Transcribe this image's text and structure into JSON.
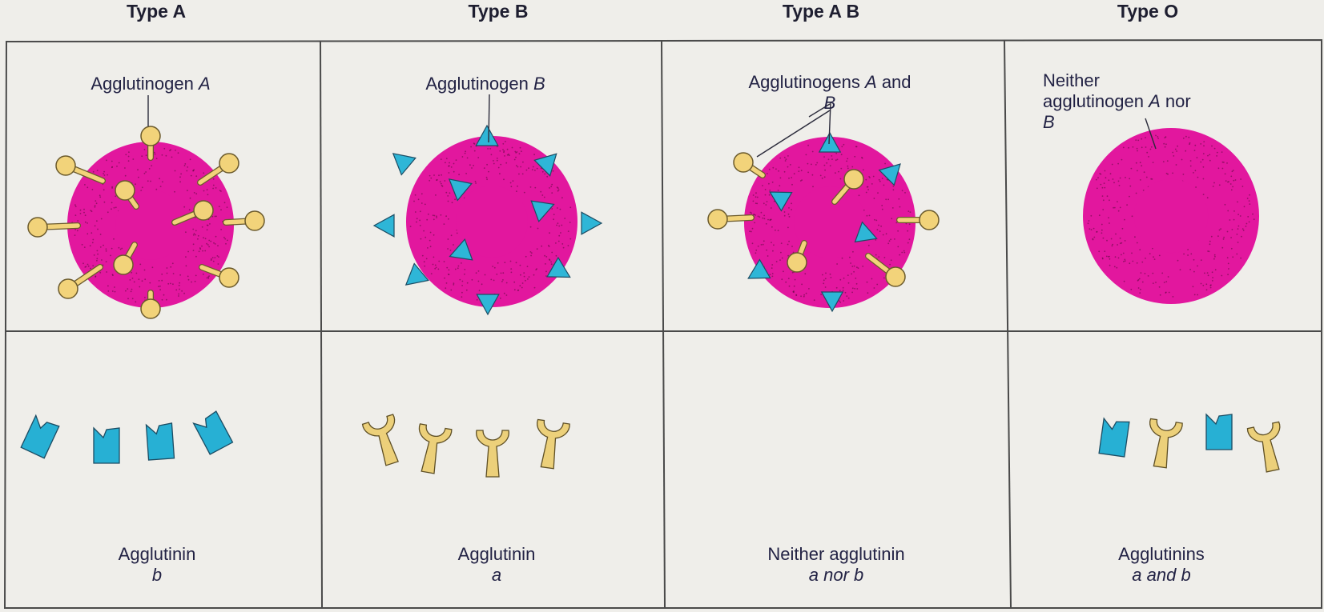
{
  "colors": {
    "background": "#efeeea",
    "cell_background": "#edecea",
    "border": "#4a4a4a",
    "cell_magenta": "#e2179e",
    "agglutinogen_a_yellow": "#f2d37a",
    "agglutinogen_b_blue": "#2eb6d7",
    "agglutinin_a_yellow": "#ecd07a",
    "agglutinin_b_blue": "#27b0d4"
  },
  "columns": [
    {
      "title": "Type A",
      "agglutinogen_label": {
        "lines": [
          [
            "Agglutinogen ",
            "A",
            ""
          ]
        ]
      },
      "agglutinogens": [
        "A"
      ],
      "agglutinin_label": {
        "line1": "Agglutinin",
        "line2": "b"
      },
      "agglutinins": [
        "b",
        "b",
        "b",
        "b"
      ]
    },
    {
      "title": "Type B",
      "agglutinogen_label": {
        "lines": [
          [
            "Agglutinogen ",
            "B",
            ""
          ]
        ]
      },
      "agglutinogens": [
        "B"
      ],
      "agglutinin_label": {
        "line1": "Agglutinin",
        "line2": "a"
      },
      "agglutinins": [
        "a",
        "a",
        "a",
        "a"
      ]
    },
    {
      "title": "Type A B",
      "agglutinogen_label": {
        "lines": [
          [
            "Agglutinogens ",
            "A",
            " and "
          ],
          [
            "",
            "B",
            ""
          ]
        ]
      },
      "agglutinogens": [
        "A",
        "B"
      ],
      "agglutinin_label": {
        "line1": "Neither agglutinin",
        "line2": "a nor b"
      },
      "agglutinins": []
    },
    {
      "title": "Type O",
      "agglutinogen_label": {
        "lines": [
          [
            "Neither",
            "",
            ""
          ],
          [
            "agglutinogen ",
            "A",
            " nor "
          ],
          [
            "",
            "B",
            ""
          ]
        ]
      },
      "agglutinogens": [],
      "agglutinin_label": {
        "line1": "Agglutinins",
        "line2": "a and b"
      },
      "agglutinins": [
        "b",
        "a",
        "b",
        "a"
      ]
    }
  ]
}
